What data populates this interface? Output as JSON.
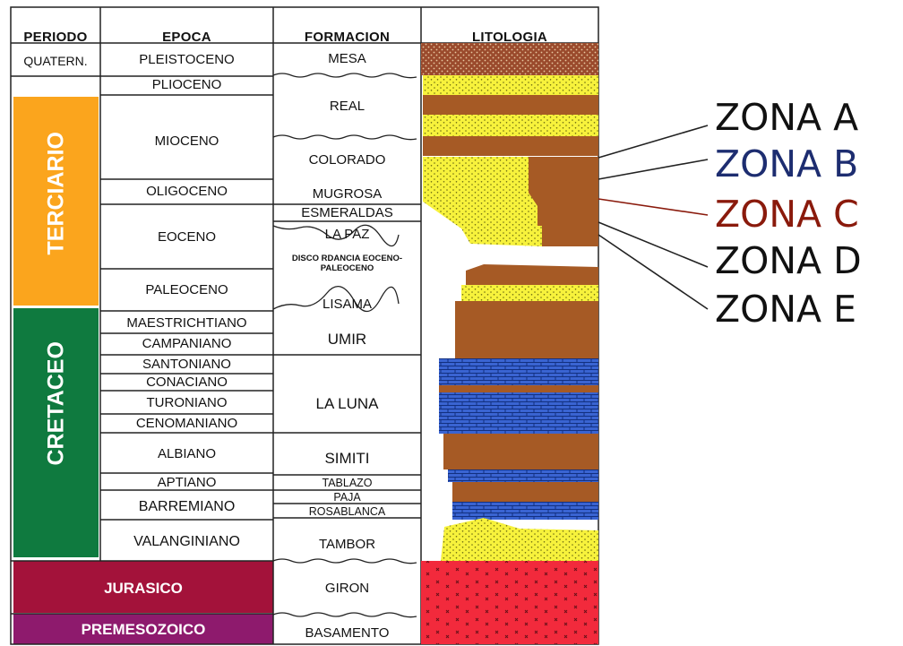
{
  "headers": {
    "periodo": "PERIODO",
    "epoca": "EPOCA",
    "formacion": "FORMACION",
    "litologia": "LITOLOGIA"
  },
  "periods": {
    "quatern": "QUATERN.",
    "terciario": "TERCIARIO",
    "cretaceo": "CRETACEO",
    "jurasico": "JURASICO",
    "premesozoico": "PREMESOZOICO"
  },
  "epochs": {
    "pleistoceno": "PLEISTOCENO",
    "plioceno": "PLIOCENO",
    "mioceno": "MIOCENO",
    "oligoceno": "OLIGOCENO",
    "eoceno": "EOCENO",
    "paleoceno": "PALEOCENO",
    "maestrichtiano": "MAESTRICHTIANO",
    "campaniano": "CAMPANIANO",
    "santoniano": "SANTONIANO",
    "conaciano": "CONACIANO",
    "turoniano": "TURONIANO",
    "cenomaniano": "CENOMANIANO",
    "albiano": "ALBIANO",
    "aptiano": "APTIANO",
    "barremiano": "BARREMIANO",
    "valanginiano": "VALANGINIANO"
  },
  "formations": {
    "mesa": "MESA",
    "real": "REAL",
    "colorado": "COLORADO",
    "mugrosa": "MUGROSA",
    "esmeraldas": "ESMERALDAS",
    "lapaz": "LA PAZ",
    "discordancia": "DISCO RDANCIA EOCENO-PALEOCENO",
    "lisama": "LISAMA",
    "umir": "UMIR",
    "laluna": "LA LUNA",
    "simiti": "SIMITI",
    "tablazo": "TABLAZO",
    "paja": "PAJA",
    "rosablanca": "ROSABLANCA",
    "tambor": "TAMBOR",
    "giron": "GIRON",
    "basamento": "BASAMENTO"
  },
  "zones": {
    "a": "ZONA A",
    "b": "ZONA B",
    "c": "ZONA C",
    "d": "ZONA D",
    "e": "ZONA E"
  },
  "colors": {
    "terciario": "#fba51d",
    "cretaceo": "#0f7a3f",
    "jurasico": "#a3123a",
    "premesozoico": "#8e1a6d",
    "sand": "#f7f23c",
    "shale": "#a65a25",
    "limestone": "#3a64d2",
    "redbed": "#f22a3c",
    "quaternary": "#9a4a2c",
    "zona_a": "#111111",
    "zona_b": "#1d2d70",
    "zona_c": "#8a1a0c",
    "zona_d": "#111111",
    "zona_e": "#111111"
  }
}
